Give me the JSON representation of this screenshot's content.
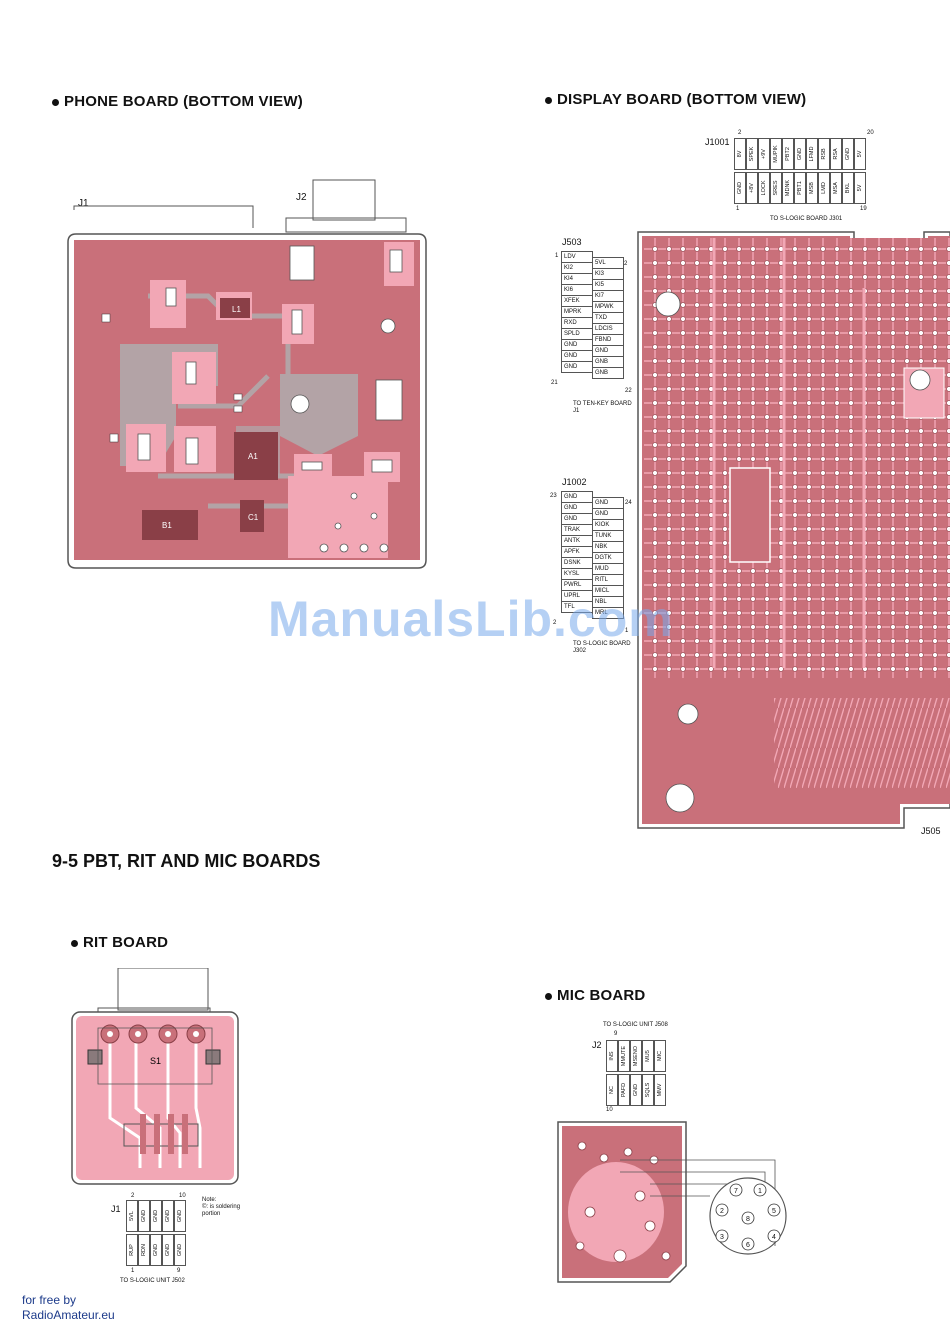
{
  "phone_board": {
    "title": "PHONE BOARD (BOTTOM VIEW)",
    "labels": {
      "j1": "J1",
      "j2": "J2",
      "l1": "L1",
      "a1": "A1",
      "b1": "B1",
      "c1": "C1"
    }
  },
  "display_board": {
    "title": "DISPLAY BOARD (BOTTOM VIEW)",
    "j1001": {
      "name": "J1001",
      "pin_start": "2",
      "pin_end": "20",
      "pin_first_bottom": "1",
      "pin_last_bottom": "19",
      "top_row": [
        "8V",
        "SPEK",
        "+9V",
        "MUPIK",
        "PBT2",
        "GND",
        "LFMD",
        "RSB",
        "RSA",
        "GND",
        "5V"
      ],
      "bottom_row": [
        "GND",
        "+8V",
        "LOCK",
        "SRES",
        "MDNK",
        "PBT1",
        "MSB",
        "LMD",
        "MSA",
        "BKL",
        "5V"
      ],
      "note": "TO S-LOGIC BOARD J301"
    },
    "j503": {
      "name": "J503",
      "pin_first_left": "1",
      "pin_first_right": "2",
      "pin_last_left": "21",
      "pin_last_right": "22",
      "left": [
        "LDV",
        "KI2",
        "KI4",
        "KI6",
        "XFEK",
        "MPRK",
        "RXD",
        "SPLD",
        "GND",
        "GND",
        "GND"
      ],
      "right": [
        "5VL",
        "KI3",
        "KI5",
        "KI7",
        "MPWK",
        "TXD",
        "LDCIS",
        "FBND",
        "GND",
        "GNB",
        "GNB"
      ],
      "note": "TO TEN-KEY BOARD J1"
    },
    "j1002": {
      "name": "J1002",
      "pin_first_left": "23",
      "pin_first_right": "24",
      "pin_last_left": "2",
      "pin_last_right": "1",
      "left": [
        "GND",
        "GND",
        "GND",
        "TRAK",
        "ANTK",
        "APFK",
        "DSNK",
        "KYSL",
        "PWRL",
        "UPRL",
        "TFL"
      ],
      "right": [
        "GND",
        "GND",
        "KIOK",
        "TUNK",
        "NBK",
        "DGTK",
        "MUD",
        "RITL",
        "MICL",
        "NBL",
        "MRL"
      ],
      "note": "TO S-LOGIC BOARD J302"
    },
    "j505": "J505"
  },
  "section": {
    "title": "9-5 PBT, RIT AND MIC BOARDS"
  },
  "rit_board": {
    "title": "RIT BOARD",
    "s1": "S1",
    "j1": "J1",
    "pin_left": "2",
    "pin_right": "10",
    "pin_bl": "1",
    "pin_br": "9",
    "top_row": [
      "5VL",
      "GND",
      "GND",
      "GND",
      "GND"
    ],
    "bottom_row": [
      "RUP",
      "RDN",
      "GND",
      "GND",
      "GND"
    ],
    "note_lines": [
      "Note:",
      "©: is soldering",
      "portion"
    ],
    "footer_note": "TO S-LOGIC UNIT J502"
  },
  "mic_board": {
    "title": "MIC BOARD",
    "note": "TO S-LOGIC UNIT J508",
    "j2": "J2",
    "pin_top": "9",
    "pin_bottom": "10",
    "top_row": [
      "INS",
      "MMUTE",
      "MSENO",
      "MU5",
      "MIC"
    ],
    "bottom_row": [
      "NC",
      "PAFD",
      "GND",
      "SQLS",
      "MMV"
    ],
    "connector_pins": [
      "7",
      "1",
      "2",
      "5",
      "8",
      "3",
      "4",
      "6"
    ]
  },
  "watermark": "ManualsLib.com",
  "footer": {
    "line1": "for free by",
    "line2": "RadioAmateur.eu"
  },
  "colors": {
    "pcb_pink": "#c9707a",
    "pcb_light": "#f2a7b5",
    "pcb_gray": "#b3a3a6",
    "outline": "#555555"
  }
}
